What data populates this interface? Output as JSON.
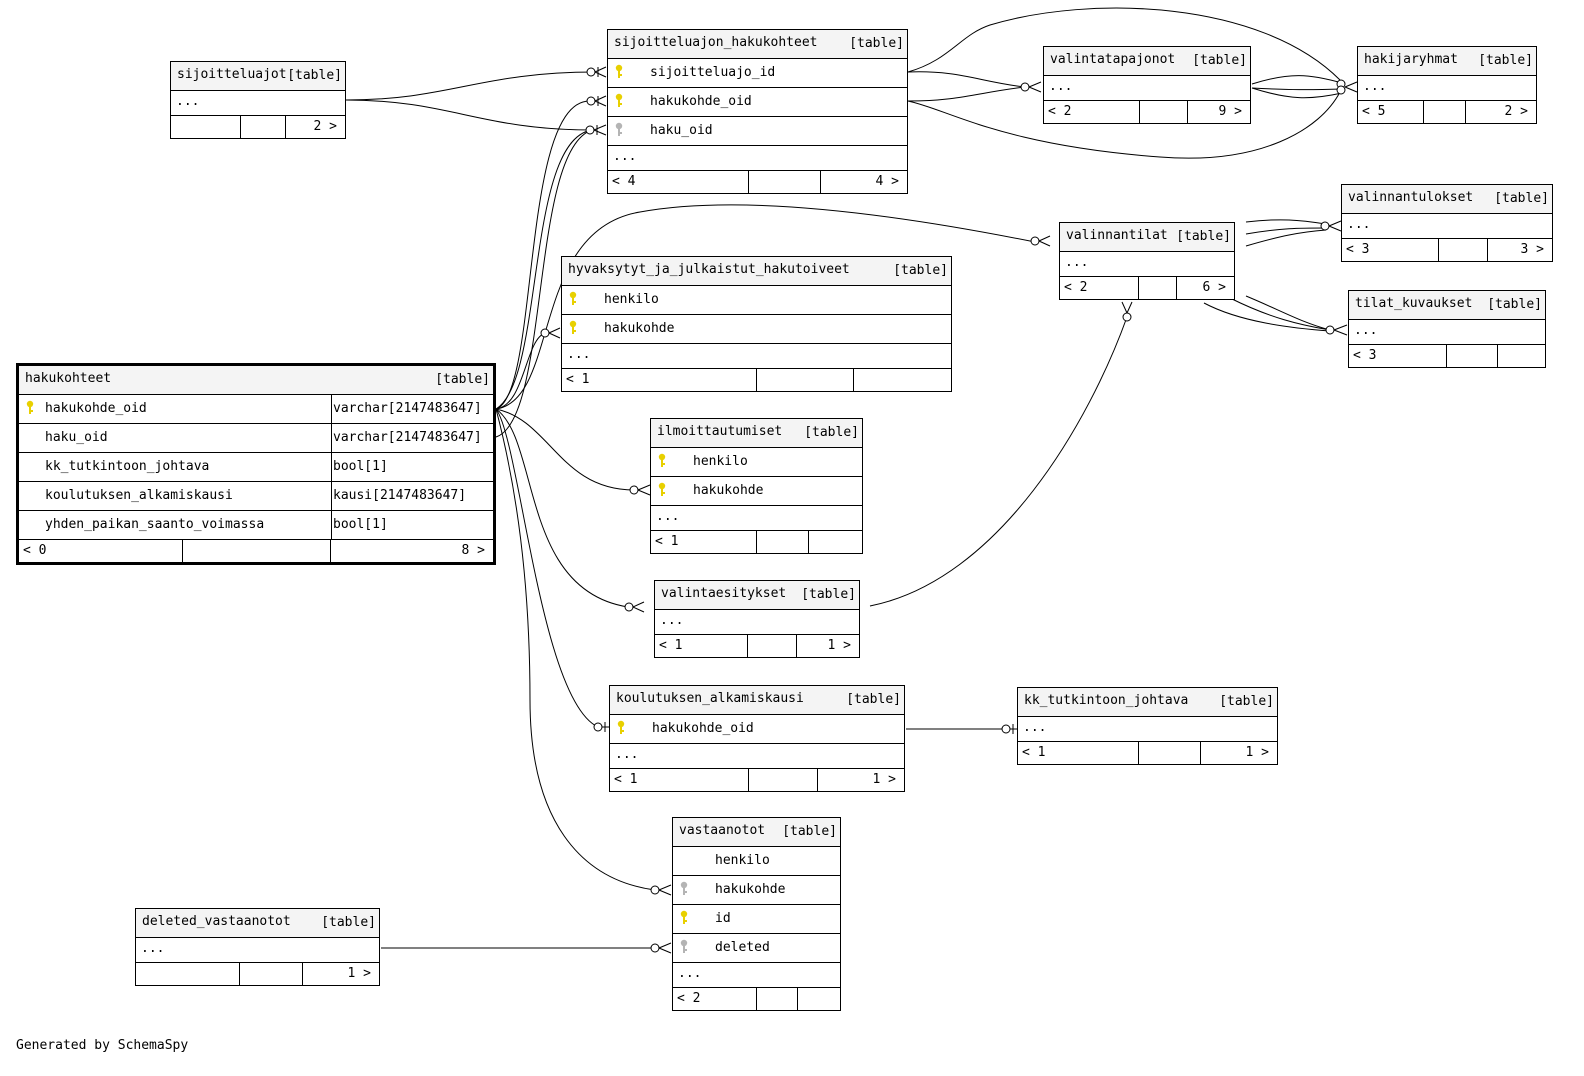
{
  "colors": {
    "primary_key": "#e8d000",
    "foreign_key": "#b4b4b4",
    "header_bg": "#f4f4f4"
  },
  "credit": "Generated by SchemaSpy",
  "tables": [
    {
      "id": "sijoitteluajot",
      "name": "sijoitteluajot",
      "kind": "[table]",
      "columns": [],
      "ellipsis": "...",
      "foot": {
        "left": "",
        "right": "2 >"
      }
    },
    {
      "id": "sijoitteluajon_hakukohteet",
      "name": "sijoitteluajon_hakukohteet",
      "kind": "[table]",
      "columns": [
        {
          "name": "sijoitteluajo_id",
          "key": "primary"
        },
        {
          "name": "hakukohde_oid",
          "key": "primary"
        },
        {
          "name": "haku_oid",
          "key": "foreign"
        }
      ],
      "ellipsis": "...",
      "foot": {
        "left": "< 4",
        "right": "4 >"
      }
    },
    {
      "id": "valintatapajonot",
      "name": "valintatapajonot",
      "kind": "[table]",
      "columns": [],
      "ellipsis": "...",
      "foot": {
        "left": "< 2",
        "right": "9 >"
      }
    },
    {
      "id": "hakijaryhmat",
      "name": "hakijaryhmat",
      "kind": "[table]",
      "columns": [],
      "ellipsis": "...",
      "foot": {
        "left": "< 5",
        "right": "2 >"
      }
    },
    {
      "id": "valinnantulokset",
      "name": "valinnantulokset",
      "kind": "[table]",
      "columns": [],
      "ellipsis": "...",
      "foot": {
        "left": "< 3",
        "right": "3 >"
      }
    },
    {
      "id": "valinnantilat",
      "name": "valinnantilat",
      "kind": "[table]",
      "columns": [],
      "ellipsis": "...",
      "foot": {
        "left": "< 2",
        "right": "6 >"
      }
    },
    {
      "id": "tilat_kuvaukset",
      "name": "tilat_kuvaukset",
      "kind": "[table]",
      "columns": [],
      "ellipsis": "...",
      "foot": {
        "left": "< 3",
        "right": ""
      }
    },
    {
      "id": "hyvaksytyt_ja_julkaistut_hakutoiveet",
      "name": "hyvaksytyt_ja_julkaistut_hakutoiveet",
      "kind": "[table]",
      "columns": [
        {
          "name": "henkilo",
          "key": "primary"
        },
        {
          "name": "hakukohde",
          "key": "primary"
        }
      ],
      "ellipsis": "...",
      "foot": {
        "left": "< 1",
        "right": ""
      }
    },
    {
      "id": "hakukohteet",
      "name": "hakukohteet",
      "kind": "[table]",
      "columns": [
        {
          "name": "hakukohde_oid",
          "key": "primary",
          "type": "varchar[2147483647]"
        },
        {
          "name": "haku_oid",
          "key": "",
          "type": "varchar[2147483647]"
        },
        {
          "name": "kk_tutkintoon_johtava",
          "key": "",
          "type": "bool[1]"
        },
        {
          "name": "koulutuksen_alkamiskausi",
          "key": "",
          "type": "kausi[2147483647]"
        },
        {
          "name": "yhden_paikan_saanto_voimassa",
          "key": "",
          "type": "bool[1]"
        }
      ],
      "ellipsis": "",
      "foot": {
        "left": "< 0",
        "right": "8 >"
      }
    },
    {
      "id": "ilmoittautumiset",
      "name": "ilmoittautumiset",
      "kind": "[table]",
      "columns": [
        {
          "name": "henkilo",
          "key": "primary"
        },
        {
          "name": "hakukohde",
          "key": "primary"
        }
      ],
      "ellipsis": "...",
      "foot": {
        "left": "< 1",
        "right": ""
      }
    },
    {
      "id": "valintaesitykset",
      "name": "valintaesitykset",
      "kind": "[table]",
      "columns": [],
      "ellipsis": "...",
      "foot": {
        "left": "< 1",
        "right": "1 >"
      }
    },
    {
      "id": "koulutuksen_alkamiskausi",
      "name": "koulutuksen_alkamiskausi",
      "kind": "[table]",
      "columns": [
        {
          "name": "hakukohde_oid",
          "key": "primary"
        }
      ],
      "ellipsis": "...",
      "foot": {
        "left": "< 1",
        "right": "1 >"
      }
    },
    {
      "id": "kk_tutkintoon_johtava",
      "name": "kk_tutkintoon_johtava",
      "kind": "[table]",
      "columns": [],
      "ellipsis": "...",
      "foot": {
        "left": "< 1",
        "right": "1 >"
      }
    },
    {
      "id": "vastaanotot",
      "name": "vastaanotot",
      "kind": "[table]",
      "columns": [
        {
          "name": "henkilo",
          "key": ""
        },
        {
          "name": "hakukohde",
          "key": "foreign"
        },
        {
          "name": "id",
          "key": "primary"
        },
        {
          "name": "deleted",
          "key": "foreign"
        }
      ],
      "ellipsis": "...",
      "foot": {
        "left": "< 2",
        "right": ""
      }
    },
    {
      "id": "deleted_vastaanotot",
      "name": "deleted_vastaanotot",
      "kind": "[table]",
      "columns": [],
      "ellipsis": "...",
      "foot": {
        "left": "",
        "right": "1 >"
      }
    }
  ]
}
